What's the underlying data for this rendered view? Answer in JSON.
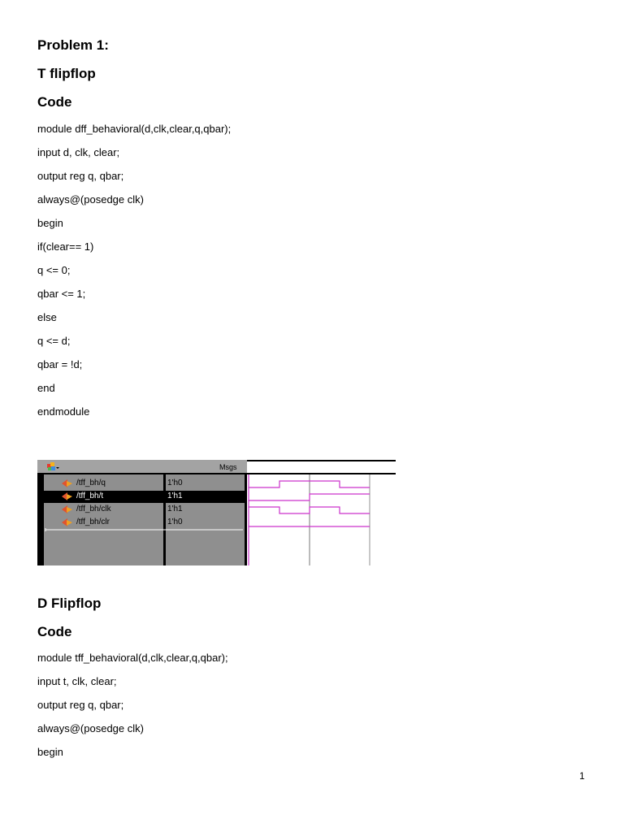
{
  "problem_title": "Problem 1:",
  "section1": {
    "title": "T flipflop",
    "code_heading": "Code",
    "code_lines": [
      "module dff_behavioral(d,clk,clear,q,qbar);",
      "input d, clk, clear;",
      "output reg q, qbar;",
      "always@(posedge clk)",
      "begin",
      "if(clear== 1)",
      "q <= 0;",
      "qbar <= 1;",
      "else",
      "q <= d;",
      "qbar = !d;",
      "end",
      "endmodule"
    ]
  },
  "waveform": {
    "msgs_label": "Msgs",
    "signals": [
      {
        "name": "/tff_bh/q",
        "value": "1'h0",
        "selected": false
      },
      {
        "name": "/tff_bh/t",
        "value": "1'h1",
        "selected": true
      },
      {
        "name": "/tff_bh/clk",
        "value": "1'h1",
        "selected": false
      },
      {
        "name": "/tff_bh/clr",
        "value": "1'h0",
        "selected": false
      }
    ],
    "wave_color": "#cc33cc"
  },
  "section2": {
    "title": "D Flipflop",
    "code_heading": "Code",
    "code_lines": [
      "module tff_behavioral(d,clk,clear,q,qbar);",
      "input t, clk, clear;",
      "output reg q, qbar;",
      "always@(posedge clk)",
      "begin"
    ]
  },
  "page_number": "1"
}
